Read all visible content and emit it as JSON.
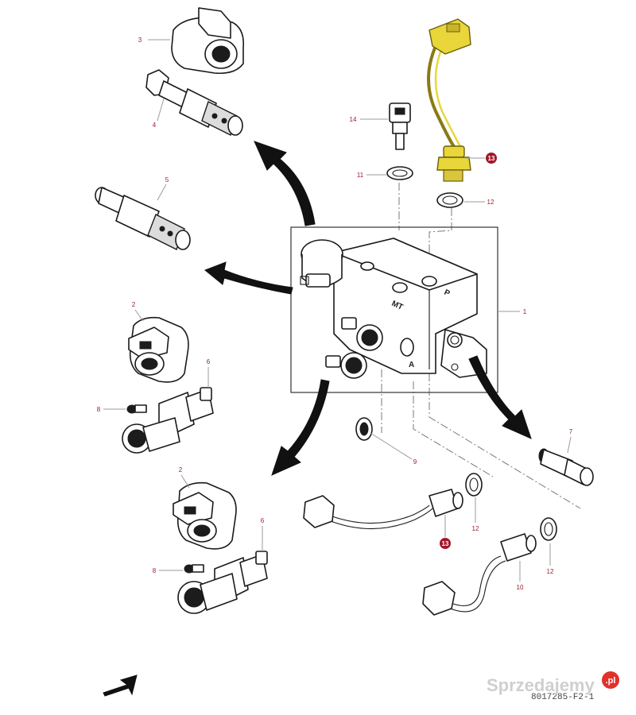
{
  "diagram": {
    "type": "exploded-parts-view",
    "frame_label": "1",
    "block_port_labels": [
      "MT",
      "P",
      "A"
    ],
    "drawing_code": "8017285-F2-1",
    "callouts": [
      {
        "id": "c3",
        "text": "3",
        "highlight": false
      },
      {
        "id": "c4",
        "text": "4",
        "highlight": false
      },
      {
        "id": "c5",
        "text": "5",
        "highlight": false
      },
      {
        "id": "c14",
        "text": "14",
        "highlight": false
      },
      {
        "id": "c11",
        "text": "11",
        "highlight": false
      },
      {
        "id": "c13a",
        "text": "13",
        "highlight": true
      },
      {
        "id": "c12a",
        "text": "12",
        "highlight": false
      },
      {
        "id": "c1",
        "text": "1",
        "highlight": false
      },
      {
        "id": "c2a",
        "text": "2",
        "highlight": false
      },
      {
        "id": "c6a",
        "text": "6",
        "highlight": false
      },
      {
        "id": "c8a",
        "text": "8",
        "highlight": false
      },
      {
        "id": "c9",
        "text": "9",
        "highlight": false
      },
      {
        "id": "c7",
        "text": "7",
        "highlight": false
      },
      {
        "id": "c2b",
        "text": "2",
        "highlight": false
      },
      {
        "id": "c6b",
        "text": "6",
        "highlight": false
      },
      {
        "id": "c8b",
        "text": "8",
        "highlight": false
      },
      {
        "id": "c12b",
        "text": "12",
        "highlight": false
      },
      {
        "id": "c13b",
        "text": "13",
        "highlight": true
      },
      {
        "id": "c12c",
        "text": "12",
        "highlight": false
      },
      {
        "id": "c10",
        "text": "10",
        "highlight": false
      }
    ],
    "colors": {
      "callout_text": "#9c1c2c",
      "callout_highlight_fill": "#a3162b",
      "highlighted_part": "#e8d63a",
      "line": "#1a1a1a"
    }
  },
  "watermark": {
    "text": "Sprzedajemy",
    "badge": ".pl",
    "badge_color": "#e0312b"
  }
}
